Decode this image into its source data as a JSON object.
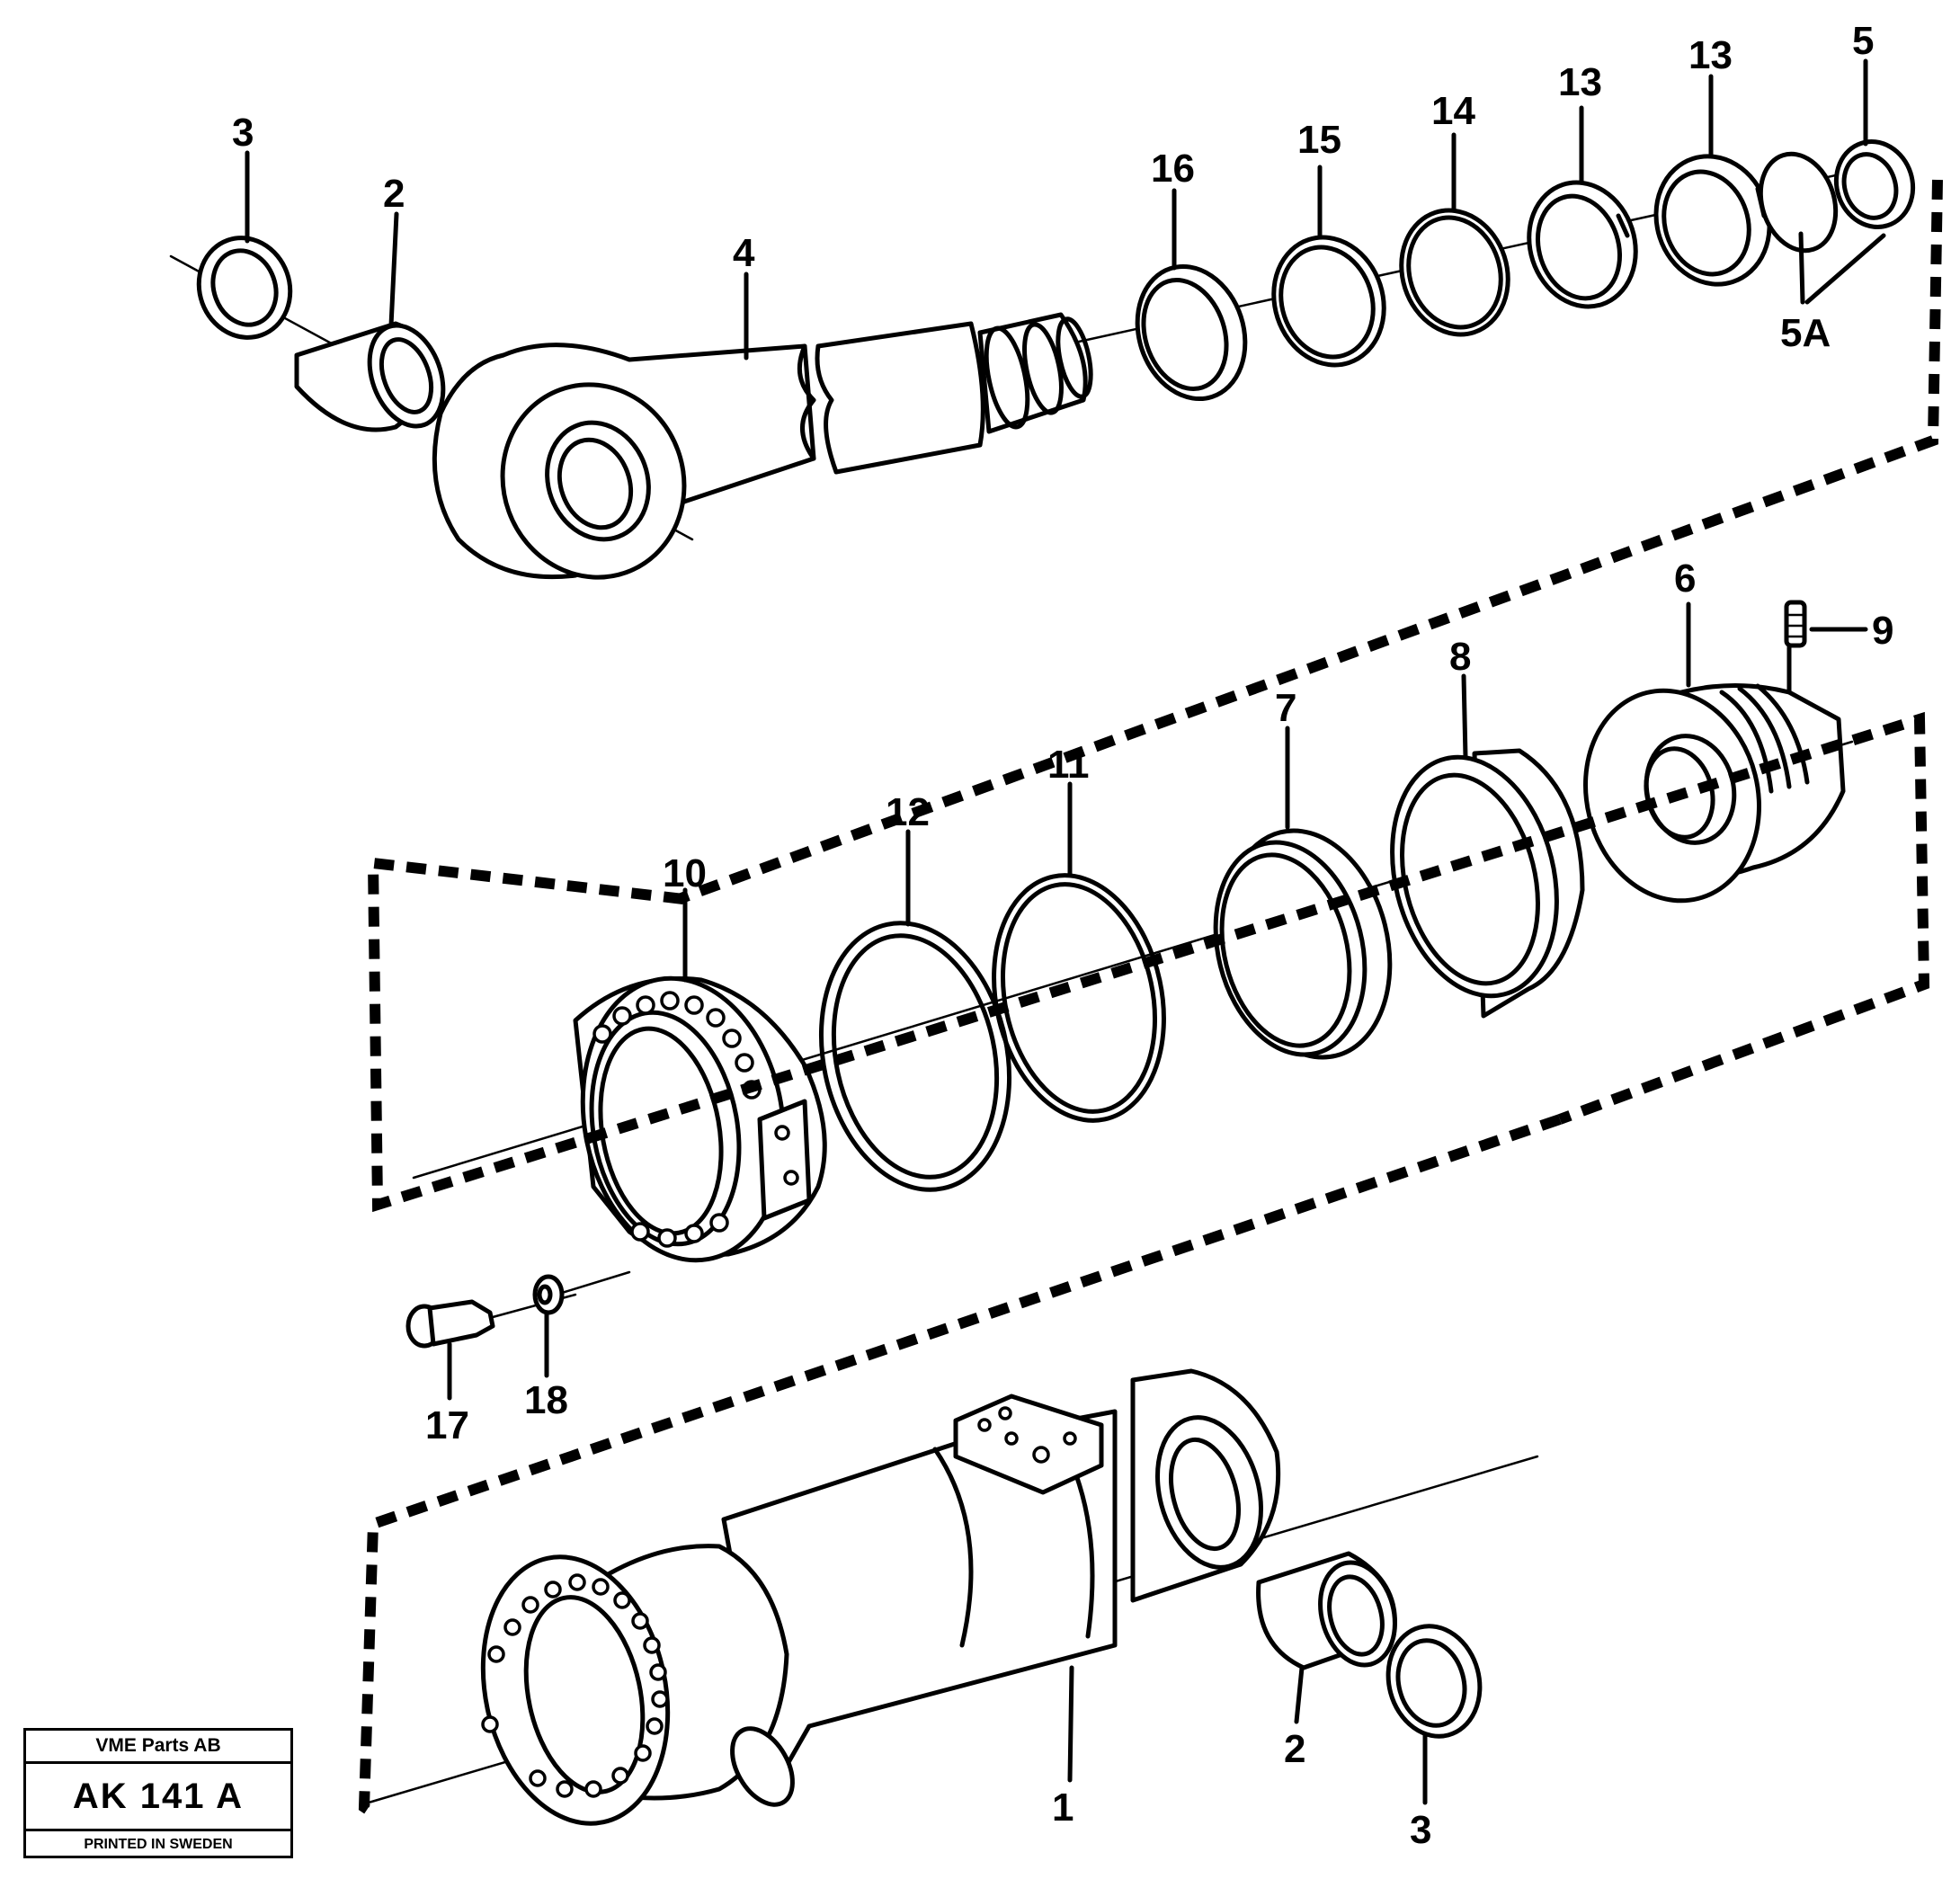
{
  "callouts": {
    "c3_top": "3",
    "c2_top": "2",
    "c4": "4",
    "c16": "16",
    "c15": "15",
    "c14": "14",
    "c13_a": "13",
    "c13_b": "13",
    "c5": "5",
    "c5a": "5A",
    "c6": "6",
    "c9": "9",
    "c8": "8",
    "c7": "7",
    "c11": "11",
    "c12": "12",
    "c10": "10",
    "c17": "17",
    "c18": "18",
    "c1": "1",
    "c2_bottom": "2",
    "c3_bottom": "3"
  },
  "stamp": {
    "company": "VME Parts AB",
    "code": "AK 141  A",
    "printed": "PRINTED IN SWEDEN"
  }
}
